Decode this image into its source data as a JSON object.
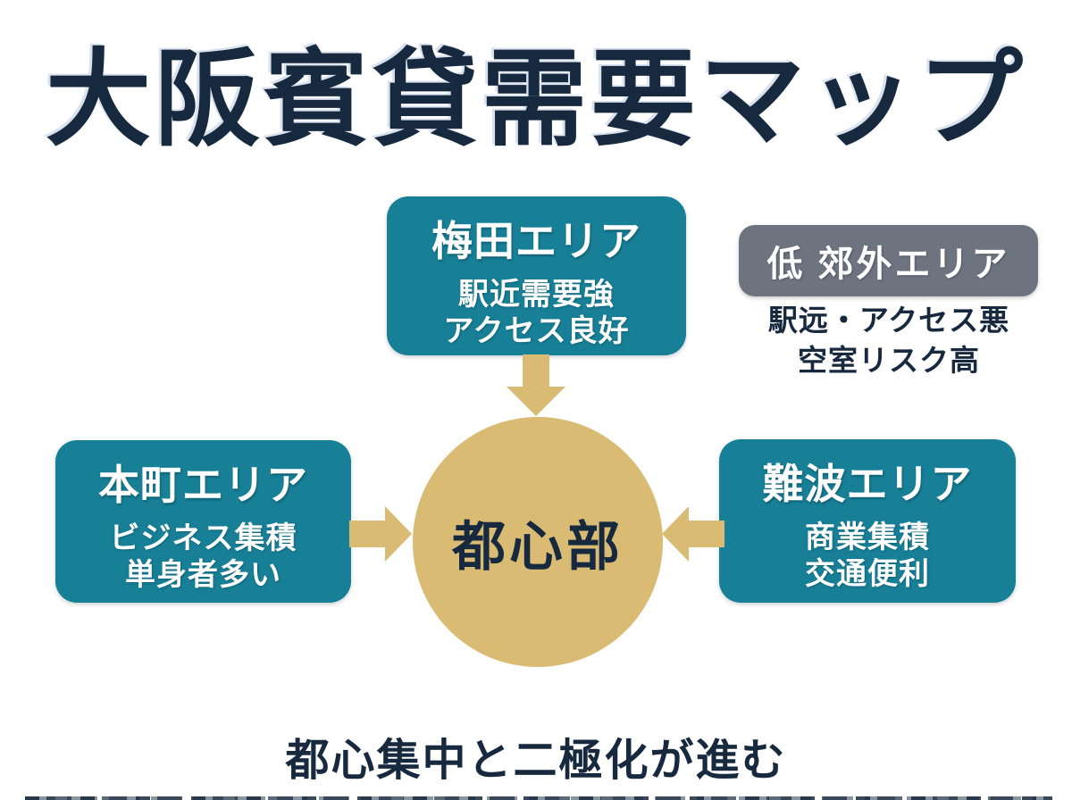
{
  "title": "大阪賓貸需要マップ",
  "colors": {
    "teal": "#177f96",
    "gold": "#d9bb74",
    "navy": "#16293e",
    "gray": "#6d7480",
    "background": "#ffffff"
  },
  "center": {
    "label": "都心部"
  },
  "areas": [
    {
      "id": "umeda",
      "name": "梅田エリア",
      "lines": [
        "駅近需要強",
        "アクセス良好"
      ]
    },
    {
      "id": "honmachi",
      "name": "本町エリア",
      "lines": [
        "ビジネス集積",
        "単身者多い"
      ]
    },
    {
      "id": "namba",
      "name": "難波エリア",
      "lines": [
        "商業集積",
        "交通便利"
      ]
    }
  ],
  "suburb": {
    "badge": "低 郊外エリア",
    "lines": [
      "駅远・アクセス悪",
      "空室リスク高"
    ]
  },
  "footer": "都心集中と二極化が進む"
}
